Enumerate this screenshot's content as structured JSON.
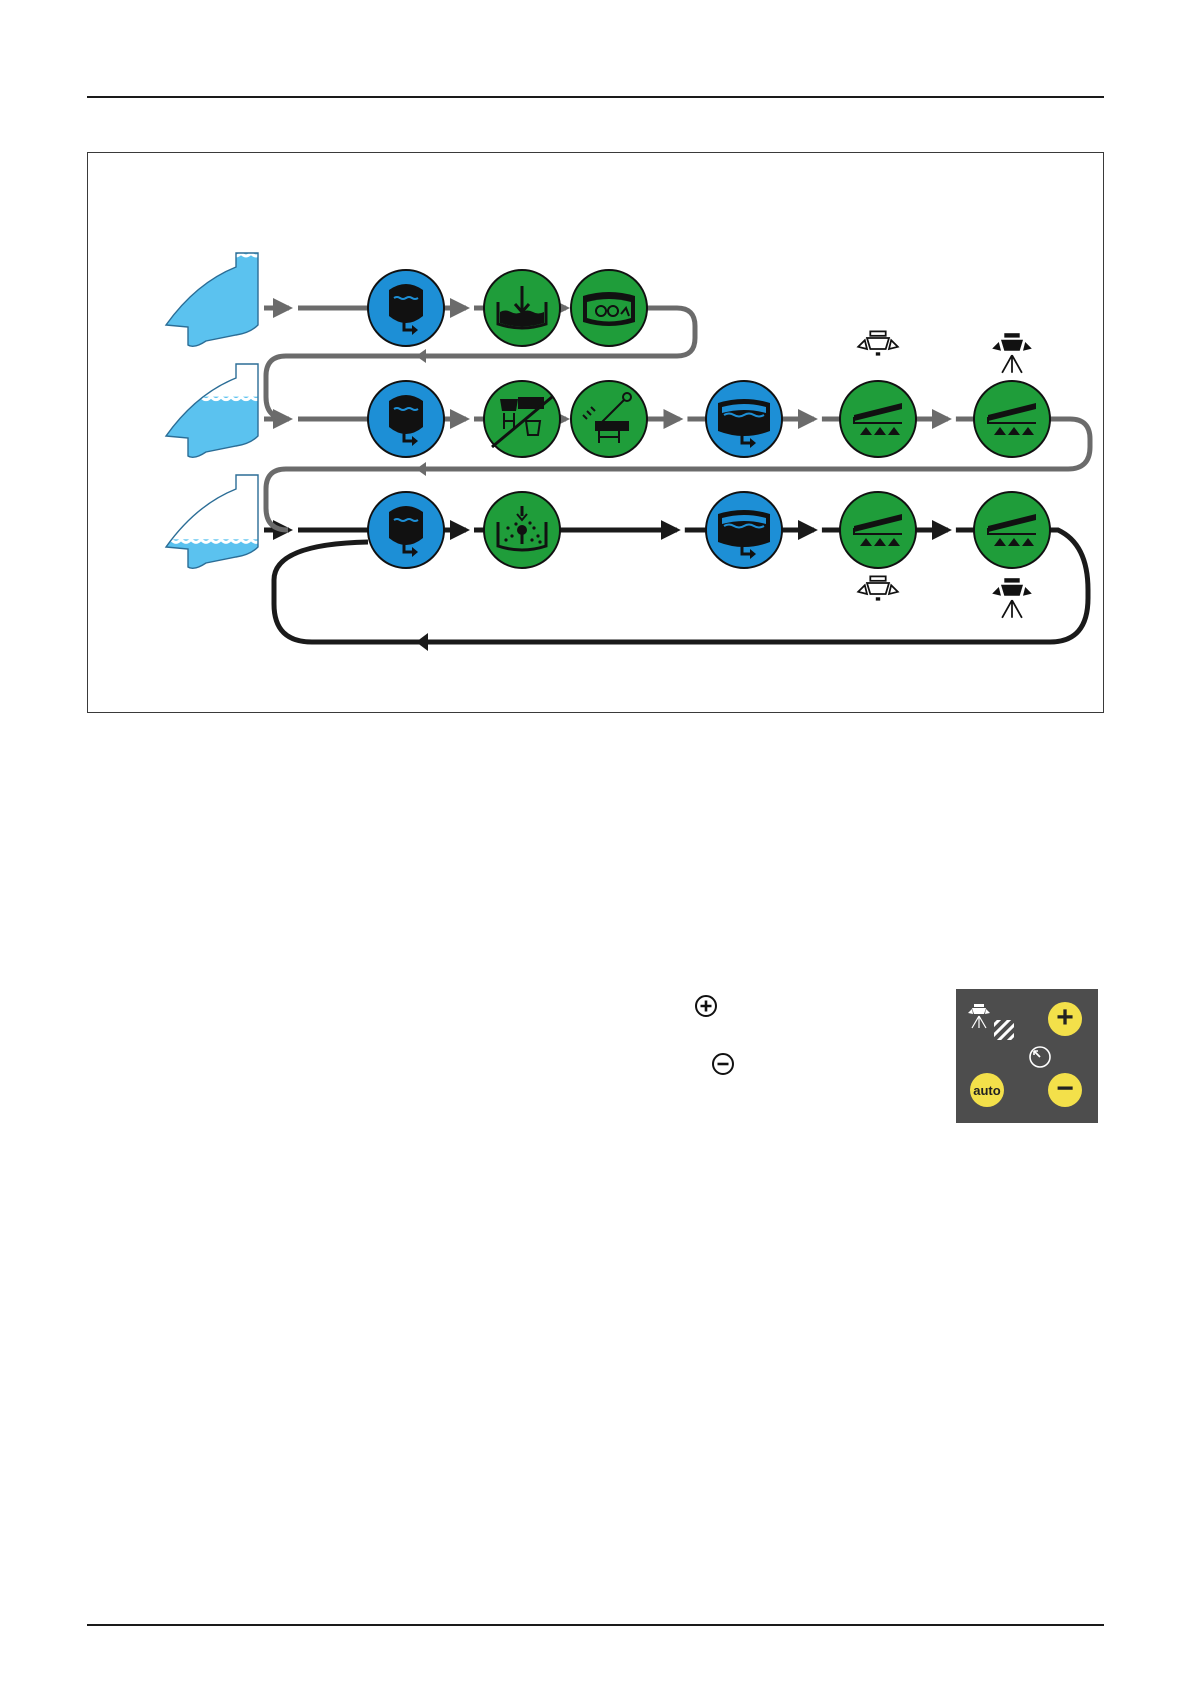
{
  "colors": {
    "rinse_blue": "#1d8fd6",
    "function_green": "#1f9d3a",
    "water_light_blue": "#5bc2ef",
    "flow_grey": "#6b6b6b",
    "flow_black": "#1a1a1a",
    "panel_grey": "#4d4d4d",
    "panel_button_yellow": "#f3e04a"
  },
  "figure": {
    "rows": [
      {
        "tank_fill": 1.0,
        "line_color": "flow_grey",
        "steps": [
          {
            "icon": "tank-rinse-icon",
            "color": "rinse_blue"
          },
          {
            "icon": "main-tank-fill-icon",
            "color": "function_green"
          },
          {
            "icon": "tank-agitation-icon",
            "color": "function_green"
          }
        ]
      },
      {
        "tank_fill": 0.66,
        "line_color": "flow_grey",
        "steps": [
          {
            "icon": "tank-rinse-icon",
            "color": "rinse_blue"
          },
          {
            "icon": "induction-hopper-crossed-icon",
            "color": "function_green"
          },
          {
            "icon": "induction-hopper-rinse-icon",
            "color": "function_green"
          },
          {
            "icon": "main-tank-rinse-icon",
            "color": "rinse_blue"
          },
          {
            "icon": "boom-spray-icon",
            "color": "function_green",
            "nozzle": "nozzle-outline-icon"
          },
          {
            "icon": "boom-spray-icon",
            "color": "function_green",
            "nozzle": "nozzle-filled-icon"
          }
        ]
      },
      {
        "tank_fill": 0.33,
        "line_color": "flow_black",
        "steps": [
          {
            "icon": "tank-rinse-icon",
            "color": "rinse_blue"
          },
          {
            "icon": "tank-cleaning-icon",
            "color": "function_green"
          },
          {
            "icon": "main-tank-rinse-icon",
            "color": "rinse_blue"
          },
          {
            "icon": "boom-spray-icon",
            "color": "function_green",
            "nozzle": "nozzle-outline-icon"
          },
          {
            "icon": "boom-spray-icon",
            "color": "function_green",
            "nozzle": "nozzle-filled-icon"
          }
        ]
      }
    ]
  },
  "inline_icons": {
    "plus": "plus-circle-icon",
    "minus": "minus-circle-icon"
  },
  "control_panel": {
    "auto_label": "auto",
    "plus_label": "+",
    "minus_label": "−",
    "icons": [
      "spray-nozzle-icon",
      "hatched-area-icon",
      "gauge-icon"
    ]
  }
}
